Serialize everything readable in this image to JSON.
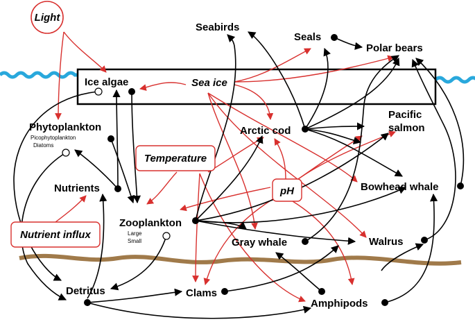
{
  "colors": {
    "driver_border": "#d8302e",
    "red_arrow": "#d8302e",
    "black_arrow": "#000000",
    "water": "#29a8dc",
    "seafloor": "#a07a4a"
  },
  "nodes": {
    "light": "Light",
    "sea_ice": "Sea ice",
    "temperature": "Temperature",
    "ph": "pH",
    "nutrient_influx": "Nutrient influx",
    "ice_algae": "Ice algae",
    "phytoplankton": "Phytoplankton",
    "pico": "Picophytoplankton",
    "diatoms": "Diatoms",
    "nutrients": "Nutrients",
    "zooplankton": "Zooplankton",
    "large": "Large",
    "small": "Small",
    "detritus": "Detritus",
    "clams": "Clams",
    "amphipods": "Amphipods",
    "gray_whale": "Gray whale",
    "walrus": "Walrus",
    "bowhead_whale": "Bowhead whale",
    "arctic_cod": "Arctic cod",
    "pacific": "Pacific",
    "salmon": "salmon",
    "seabirds": "Seabirds",
    "seals": "Seals",
    "polar_bears": "Polar bears"
  }
}
